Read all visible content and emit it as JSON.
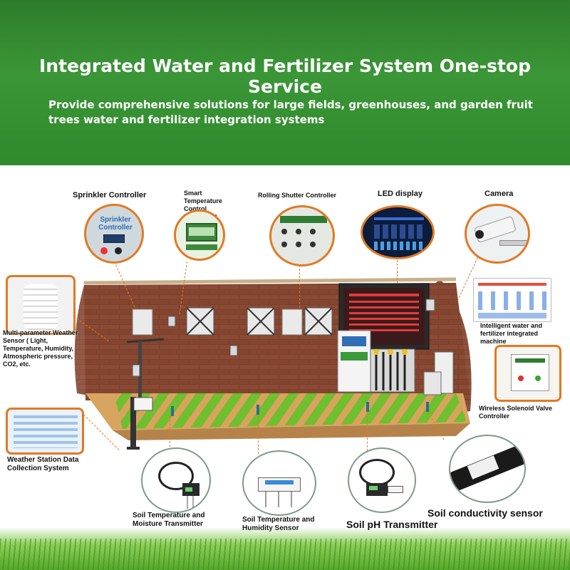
{
  "header": {
    "title": "Integrated Water and Fertilizer System One-stop Service",
    "subtitle": "Provide comprehensive solutions for large fields, greenhouses, and garden fruit trees water and fertilizer integration systems"
  },
  "devices": {
    "sprinkler_controller": "Sprinkler Controller",
    "sprinkler_screen_text": "Sprinkler Controller",
    "smart_temperature": "Smart Temperature Control Instrument",
    "rolling_shutter": "Rolling Shutter Controller",
    "led_display": "LED display",
    "camera": "Camera",
    "weather_sensor": "Multi-parameter Weather Sensor ( Light, Temperature, Humidity, Atmospheric pressure, CO2, etc.",
    "intelligent_machine": "Intelligent water and fertilizer integrated machine",
    "wireless_valve": "Wireless Solenoid Valve Controller",
    "weather_station": "Weather Station Data Collection System",
    "soil_temp_moisture": "Soil Temperature and Moisture Transmitter",
    "soil_temp_humidity": "Soil Temperature and Humidity Sensor",
    "soil_ph": "Soil pH Transmitter",
    "soil_conductivity": "Soil conductivity sensor"
  },
  "colors": {
    "header_green": "#3b9637",
    "accent_orange": "#e07a24",
    "brick": "#7a3f2c"
  }
}
